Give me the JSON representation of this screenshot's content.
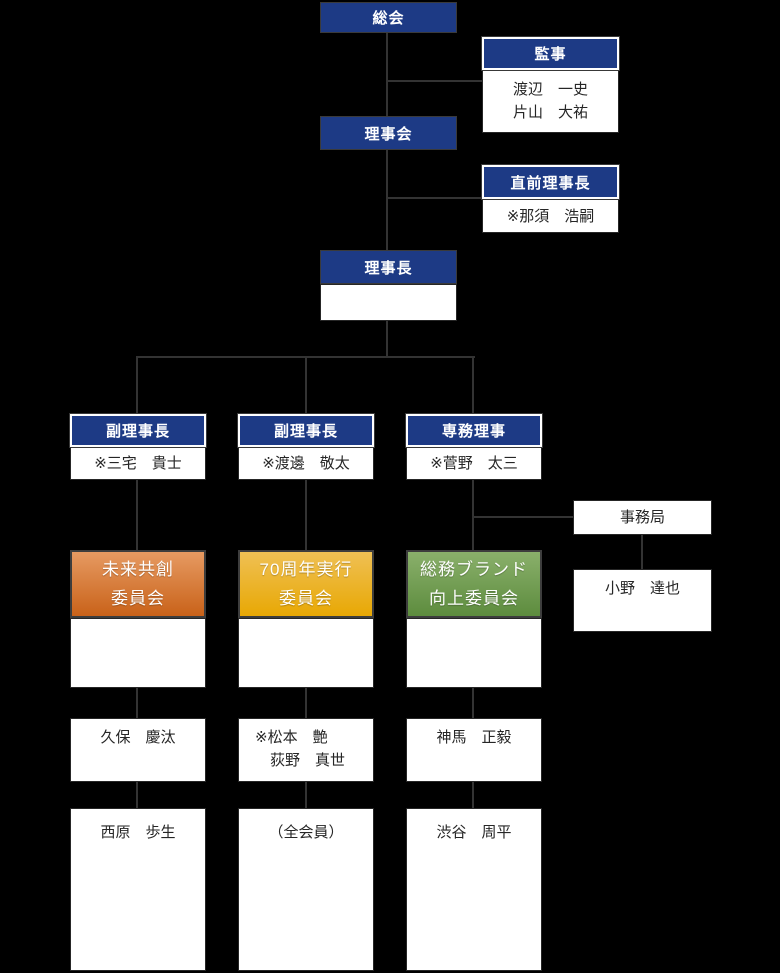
{
  "chart_title": "organization-chart",
  "colors": {
    "header_blue": "#1d3a85",
    "connector_line": "#333333",
    "committee_orange_top": "#e69a62",
    "committee_orange_bottom": "#c96219",
    "committee_gold_top": "#efc054",
    "committee_gold_bottom": "#e8a804",
    "committee_green_top": "#8ab06b",
    "committee_green_bottom": "#5d8c3e",
    "box_background": "#ffffff",
    "text_dark": "#262626",
    "text_light": "#ffffff"
  },
  "nodes": {
    "soukai": {
      "label": "総会"
    },
    "kanji": {
      "title": "監事",
      "member1": "渡辺　一史",
      "member2": "片山　大祐"
    },
    "rijikai": {
      "label": "理事会"
    },
    "chokuzen": {
      "title": "直前理事長",
      "member": "※那須　浩嗣"
    },
    "rijicho": {
      "title": "理事長"
    },
    "fuku1": {
      "role": "副理事長",
      "officer": "※三宅　貴士"
    },
    "fuku2": {
      "role": "副理事長",
      "officer": "※渡邊　敬太"
    },
    "senmu": {
      "role": "専務理事",
      "officer": "※菅野　太三"
    },
    "committee1": {
      "name_line1": "未来共創",
      "name_line2": "委員会",
      "chair": "久保　慶汰",
      "members": "西原　歩生"
    },
    "committee2": {
      "name_line1": "70周年実行",
      "name_line2": "委員会",
      "chair_line1": "※松本　艶",
      "chair_line2": "荻野　真世",
      "members": "（全会員）"
    },
    "committee3": {
      "name_line1": "総務ブランド",
      "name_line2": "向上委員会",
      "chair": "神馬　正毅",
      "members": "渋谷　周平"
    },
    "jimukyoku": {
      "title": "事務局",
      "member": "小野　達也"
    }
  }
}
